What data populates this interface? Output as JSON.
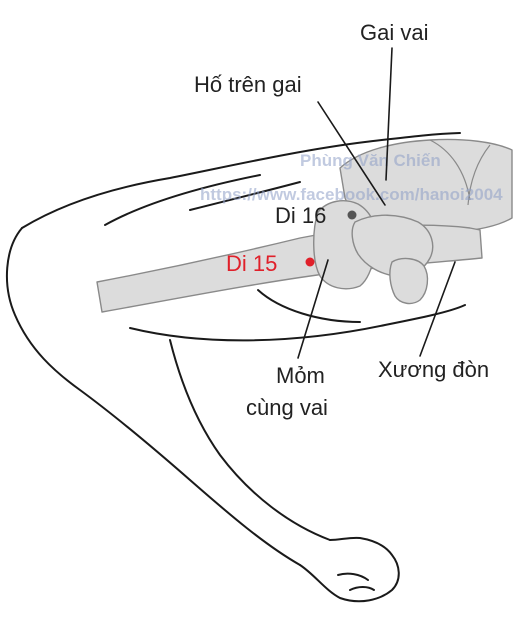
{
  "labels": {
    "gai_vai": "Gai vai",
    "ho_tren_gai": "Hố trên gai",
    "di16": "Di 16",
    "di15": "Di 15",
    "mom_line1": "Mỏm",
    "mom_line2": "cùng vai",
    "xuong_don": "Xương đòn"
  },
  "watermark": {
    "line1": "Phùng Văn Chiến",
    "line2": "https://www.facebook.com/hanoi2004"
  },
  "colors": {
    "point_di15": "#e0202a",
    "point_di16": "#555555",
    "watermark": "#8fa0c8"
  }
}
